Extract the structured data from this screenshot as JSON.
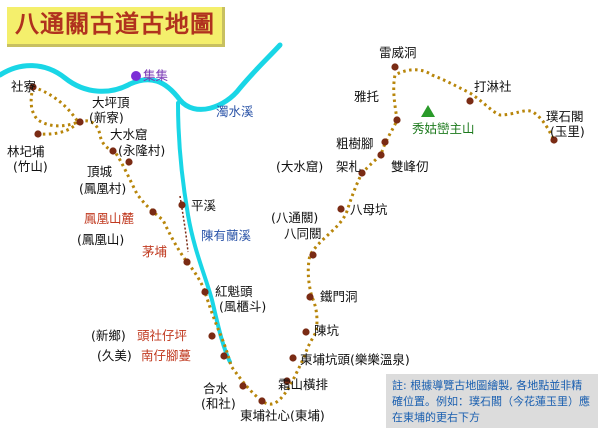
{
  "title": "八通關古道古地圖",
  "note": "註: 根據導覽古地圖繪製, 各地點並非精確位置。例如：璞石閣（今花蓮玉里）應在東埔的更右下方",
  "colors": {
    "river": "#19d6e6",
    "river_secondary": "#2aa8f0",
    "trail": "#b8860b",
    "node": "#7a2b14",
    "mountain": "#2a9a2a",
    "jiji": "#7b2fd6",
    "title_bg": "#f4ef6c",
    "title_text": "#b0321e",
    "note_bg": "#dcdcdc",
    "note_text": "#1a5fb0"
  },
  "rivers": [
    {
      "name": "濁水溪"
    },
    {
      "name": "陳有蘭溪"
    }
  ],
  "mountain": {
    "label": "秀姑巒主山",
    "icon": "triangle-mountain-icon"
  },
  "jiji": {
    "label": "集集",
    "icon": "purple-dot-icon"
  },
  "places": [
    {
      "label": "社寮"
    },
    {
      "label": "大坪頂"
    },
    {
      "label": "(新寮)"
    },
    {
      "label": "林圮埔"
    },
    {
      "label": "(竹山)"
    },
    {
      "label": "大水窟"
    },
    {
      "label": "(永隆村)"
    },
    {
      "label": "頂城"
    },
    {
      "label": "(鳳凰村)"
    },
    {
      "label": "鳳凰山麓"
    },
    {
      "label": "(鳳凰山)"
    },
    {
      "label": "茅埔"
    },
    {
      "label": "平溪"
    },
    {
      "label": "紅魁頭"
    },
    {
      "label": "(風櫃斗)"
    },
    {
      "label": "(新鄉)"
    },
    {
      "label": "頭社仔坪"
    },
    {
      "label": "(久美)"
    },
    {
      "label": "南仔腳蔓"
    },
    {
      "label": "合水"
    },
    {
      "label": "(和社)"
    },
    {
      "label": "東埔社心(東埔)"
    },
    {
      "label": "霜山橫排"
    },
    {
      "label": "東埔坑頭(樂樂溫泉)"
    },
    {
      "label": "陳坑"
    },
    {
      "label": "鐵門洞"
    },
    {
      "label": "(八通關)"
    },
    {
      "label": "八同關"
    },
    {
      "label": "八母坑"
    },
    {
      "label": "(大水窟)"
    },
    {
      "label": "架札"
    },
    {
      "label": "雙峰仞"
    },
    {
      "label": "粗樹腳"
    },
    {
      "label": "雅托"
    },
    {
      "label": "雷威洞"
    },
    {
      "label": "打淋社"
    },
    {
      "label": "璞石閣"
    },
    {
      "label": "(玉里)"
    }
  ]
}
